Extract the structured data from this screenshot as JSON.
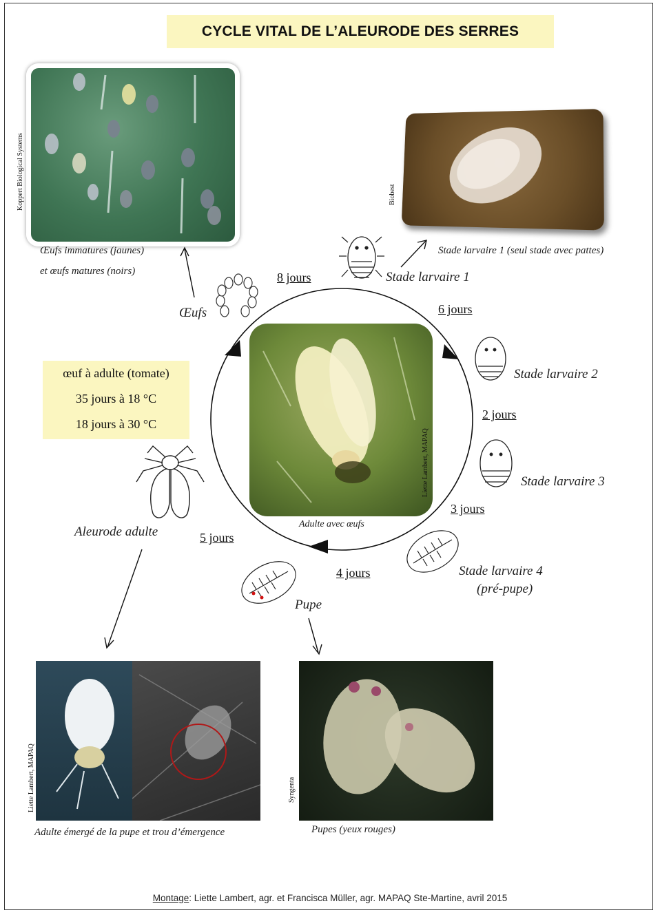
{
  "title": "CYCLE VITAL DE L’ALEURODE DES SERRES",
  "photos": {
    "eggs": {
      "credit": "Koppert Biological Systems",
      "caption_line1": "Œufs immatures (jaunes)",
      "caption_line2": "et œufs matures (noirs)"
    },
    "larva1": {
      "credit": "Biobest",
      "caption": "Stade larvaire 1 (seul stade avec pattes)"
    },
    "adult_center": {
      "credit": "Liette Lambert, MAPAQ",
      "caption": "Adulte avec œufs"
    },
    "adult_emerged": {
      "credit": "Liette Lambert, MAPAQ",
      "caption": "Adulte émergé de la pupe et trou d’émergence"
    },
    "pupae": {
      "credit": "Syngenta",
      "caption": "Pupes (yeux rouges)"
    }
  },
  "stages": {
    "eggs": "Œufs",
    "larva1": "Stade larvaire 1",
    "larva2": "Stade larvaire 2",
    "larva3": "Stade larvaire 3",
    "larva4_line1": "Stade larvaire 4",
    "larva4_line2": "(pré-pupe)",
    "pupa": "Pupe",
    "adult": "Aleurode adulte"
  },
  "durations": {
    "eggs_to_l1": "8 jours",
    "l1_to_l2": "6 jours",
    "l2_to_l3": "2 jours",
    "l3_to_l4": "3 jours",
    "l4_to_pupa": "4 jours",
    "pupa_to_adult": "5 jours"
  },
  "info_box": {
    "line1": "œuf à adulte (tomate)",
    "line2": "35 jours à 18 °C",
    "line3": "18 jours à 30 °C"
  },
  "footer": {
    "label": "Montage",
    "text": ": Liette Lambert, agr. et Francisca Müller, agr. MAPAQ  Ste-Martine, avril 2015"
  }
}
